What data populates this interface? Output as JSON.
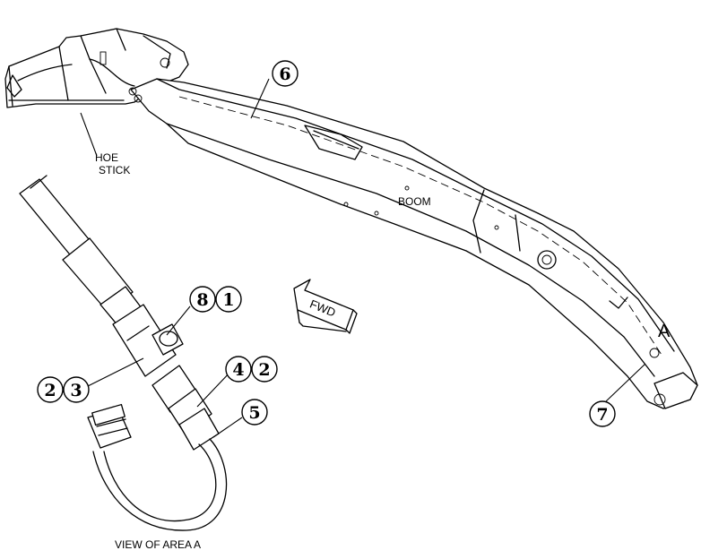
{
  "labels": {
    "hoe_stick_line1": "HOE",
    "hoe_stick_line2": "STICK",
    "boom": "BOOM",
    "fwd": "FWD",
    "area_marker": "A",
    "view_caption": "VIEW OF AREA A"
  },
  "callouts": {
    "c1": "1",
    "c2a": "2",
    "c2b": "2",
    "c3": "3",
    "c4": "4",
    "c5": "5",
    "c6": "6",
    "c7": "7",
    "c8": "8"
  }
}
